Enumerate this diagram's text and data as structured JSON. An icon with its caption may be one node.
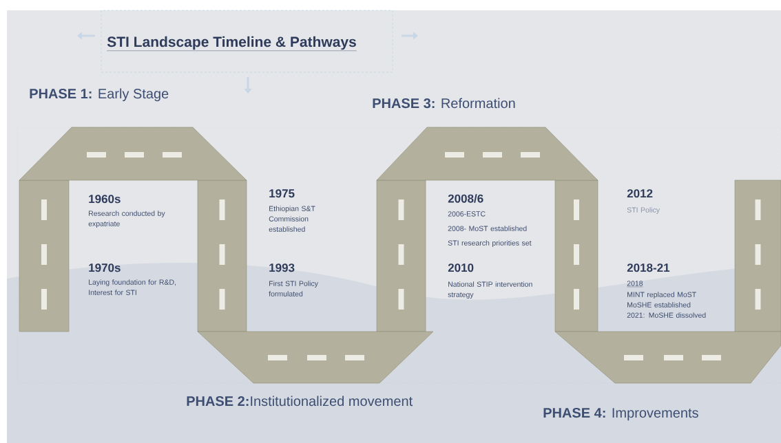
{
  "diagram": {
    "title": "STI Landscape Timeline & Pathways",
    "labels": [
      "**PHASE 1:** Early Stage",
      "**PHASE 3:** Reformation",
      "1960s",
      "Research conducted by expatriate",
      "1975",
      "Ethiopian S&T Commission established",
      "2008/6",
      "2006-ESTC",
      "2008- MoST established",
      "STI research priorities set",
      "2012",
      "STI Policy",
      "1970s",
      "Laying foundation for R&D, Interest for STI",
      "1993",
      "First STI Policy formulated",
      "2010",
      "National STIP intervention strategy",
      "2018-21",
      "2018",
      "MINT replaced MoST",
      "MoSHE established",
      "2021: MoSHE dissolved",
      "**PHASE 2:**Institutionalized movement",
      "**PHASE 4:** Improvements"
    ]
  }
}
